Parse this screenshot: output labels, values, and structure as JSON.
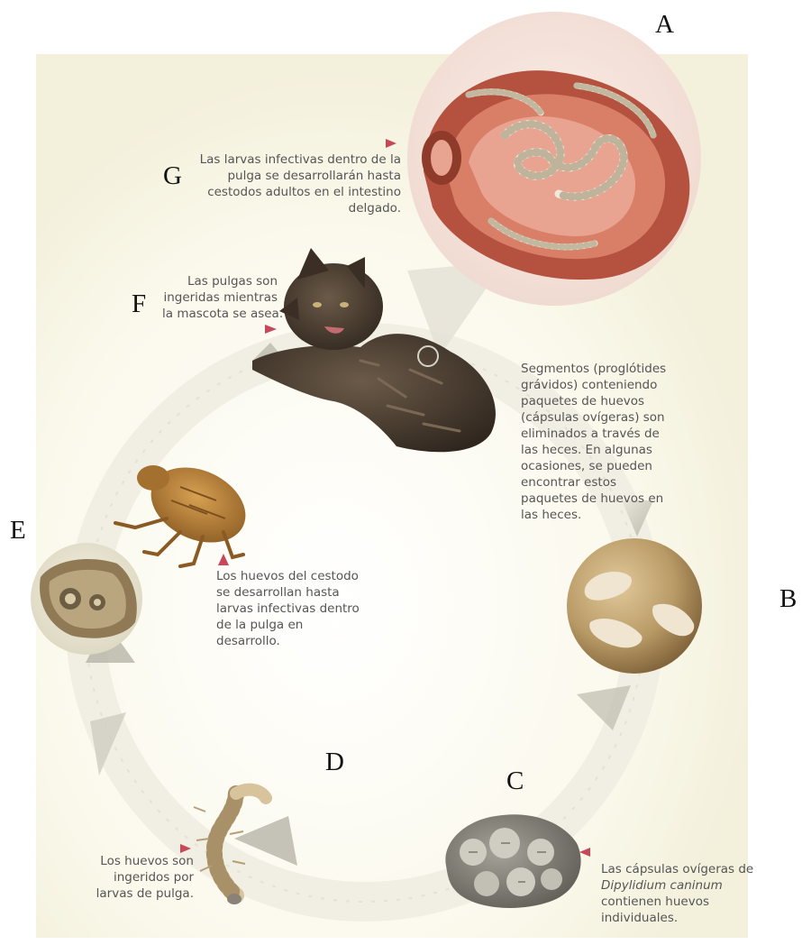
{
  "labels": {
    "a": "A",
    "b": "B",
    "c": "C",
    "d": "D",
    "e": "E",
    "f": "F",
    "g": "G"
  },
  "captions": {
    "g": [
      "Las larvas infectivas dentro de la",
      "pulga se desarrollarán hasta",
      "cestodos adultos en el intestino",
      "delgado."
    ],
    "f": [
      "Las pulgas son",
      "ingeridas mientras",
      "la mascota se asea."
    ],
    "segments": [
      "Segmentos (proglótides",
      "grávidos) conteniendo",
      "paquetes de huevos",
      "(cápsulas ovígeras) son",
      "eliminados a través de",
      "las heces. En algunas",
      "ocasiones, se pueden",
      "encontrar estos",
      "paquetes de huevos en",
      "las heces."
    ],
    "e": [
      "Los huevos del cestodo",
      "se desarrollan hasta",
      "larvas infectivas dentro",
      "de la pulga en",
      "desarrollo."
    ],
    "d": [
      "Los huevos son",
      "ingeridos por",
      "larvas de pulga."
    ],
    "c": {
      "line1": "Las cápsulas ovígeras de",
      "line2": "Dipylidium caninum",
      "line3": "contienen huevos",
      "line4": "individuales."
    }
  },
  "colors": {
    "background": "#fdfbf0",
    "cycle_arrow": "#c9c6bb",
    "pointer": "#c8485a",
    "intestine": "#b5523f",
    "cat": "#4b3d31",
    "flea": "#b07a35",
    "egg_ball": "#b89a66"
  },
  "icons": [
    "intestine-illustration",
    "cat-illustration",
    "flea-illustration",
    "larva-illustration",
    "egg-capsule-illustration",
    "proglottid-illustration",
    "cysticercoid-illustration"
  ]
}
